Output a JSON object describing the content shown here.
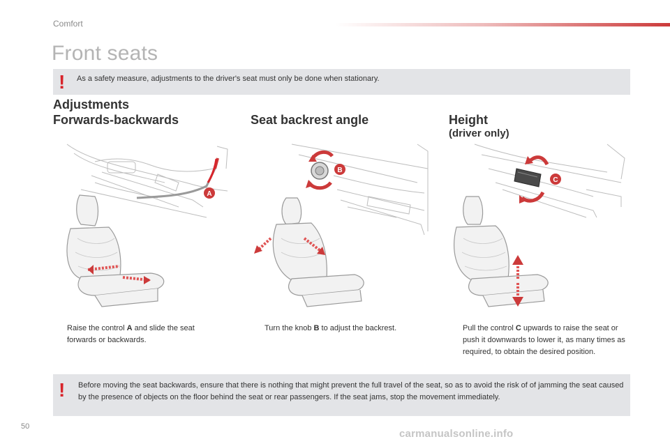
{
  "header": {
    "section": "Comfort",
    "accent_color": "#cc3a3a"
  },
  "title": "Front seats",
  "warnings": {
    "mark": "!",
    "mark_color": "#d8242b",
    "top": "As a safety measure, adjustments to the driver's seat must only be done when stationary.",
    "bottom": "Before moving the seat backwards, ensure that there is nothing that might prevent the full travel of the seat, so as to avoid the risk of of jamming the seat caused by the presence of objects on the floor behind the seat or rear passengers. If the seat jams, stop the movement immediately."
  },
  "section_heading": "Adjustments",
  "columns": [
    {
      "heading": "Forwards-backwards",
      "subheading": "",
      "control_letter": "A",
      "bullet": "",
      "instr_before": "Raise the control ",
      "instr_after": " and slide the seat forwards or backwards."
    },
    {
      "heading": "Seat backrest angle",
      "subheading": "",
      "control_letter": "B",
      "bullet": "",
      "instr_before": "Turn the knob ",
      "instr_after": " to adjust the backrest."
    },
    {
      "heading": "Height",
      "subheading": "(driver only)",
      "control_letter": "C",
      "bullet": "",
      "instr_before": "Pull the control ",
      "instr_after": " upwards to raise the seat or push it downwards to lower it, as many times as required, to obtain the desired position."
    }
  ],
  "page_number": "50",
  "watermark": "carmanualsonline.info"
}
